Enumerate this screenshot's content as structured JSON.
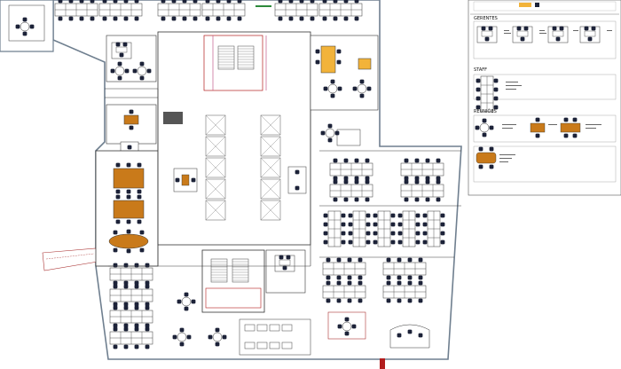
{
  "colors": {
    "wall": "#3d3d3d",
    "outer_wall": "#6f7f8f",
    "chair": "#1c2238",
    "desk": "#ffffff",
    "desk_stroke": "#444444",
    "table_orange": "#c97a1a",
    "table_yellow": "#f2b33a",
    "core_red": "#b21c1c",
    "core_pink": "#c55a8c",
    "accent_green": "#2c8a3a",
    "accent_blue": "#2a57c9"
  },
  "legend": {
    "sections": [
      {
        "id": "gerentes",
        "label": "GERENTES"
      },
      {
        "id": "staff",
        "label": "STAFF"
      },
      {
        "id": "reunioes",
        "label": "REUNIÕES"
      }
    ]
  }
}
